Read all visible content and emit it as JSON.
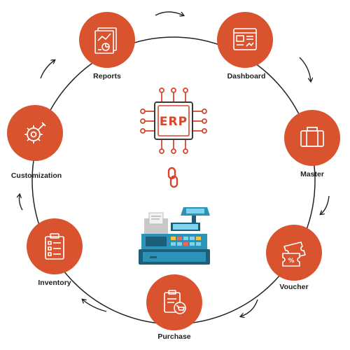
{
  "colors": {
    "node_fill": "#d9532e",
    "node_shadow": "#b84322",
    "icon_stroke": "#ffffff",
    "ring": "#222222",
    "chip_outline": "#d9452b",
    "register_teal": "#2b93b8",
    "register_light": "#7fd3ee",
    "register_dark": "#1d5f7a"
  },
  "center": {
    "chip_label": "ERP",
    "chip_icon": "processor-chip-icon",
    "link_icon": "chain-link-icon",
    "register_icon": "cash-register-icon"
  },
  "nodes": [
    {
      "label": "Reports",
      "icon": "report-chart-icon"
    },
    {
      "label": "Dashboard",
      "icon": "dashboard-icon"
    },
    {
      "label": "Master",
      "icon": "briefcase-icon"
    },
    {
      "label": "Voucher",
      "icon": "voucher-ticket-icon"
    },
    {
      "label": "Purchase",
      "icon": "clipboard-cart-icon"
    },
    {
      "label": "Inventory",
      "icon": "checklist-clipboard-icon"
    },
    {
      "label": "Customization",
      "icon": "gear-wrench-icon"
    }
  ]
}
